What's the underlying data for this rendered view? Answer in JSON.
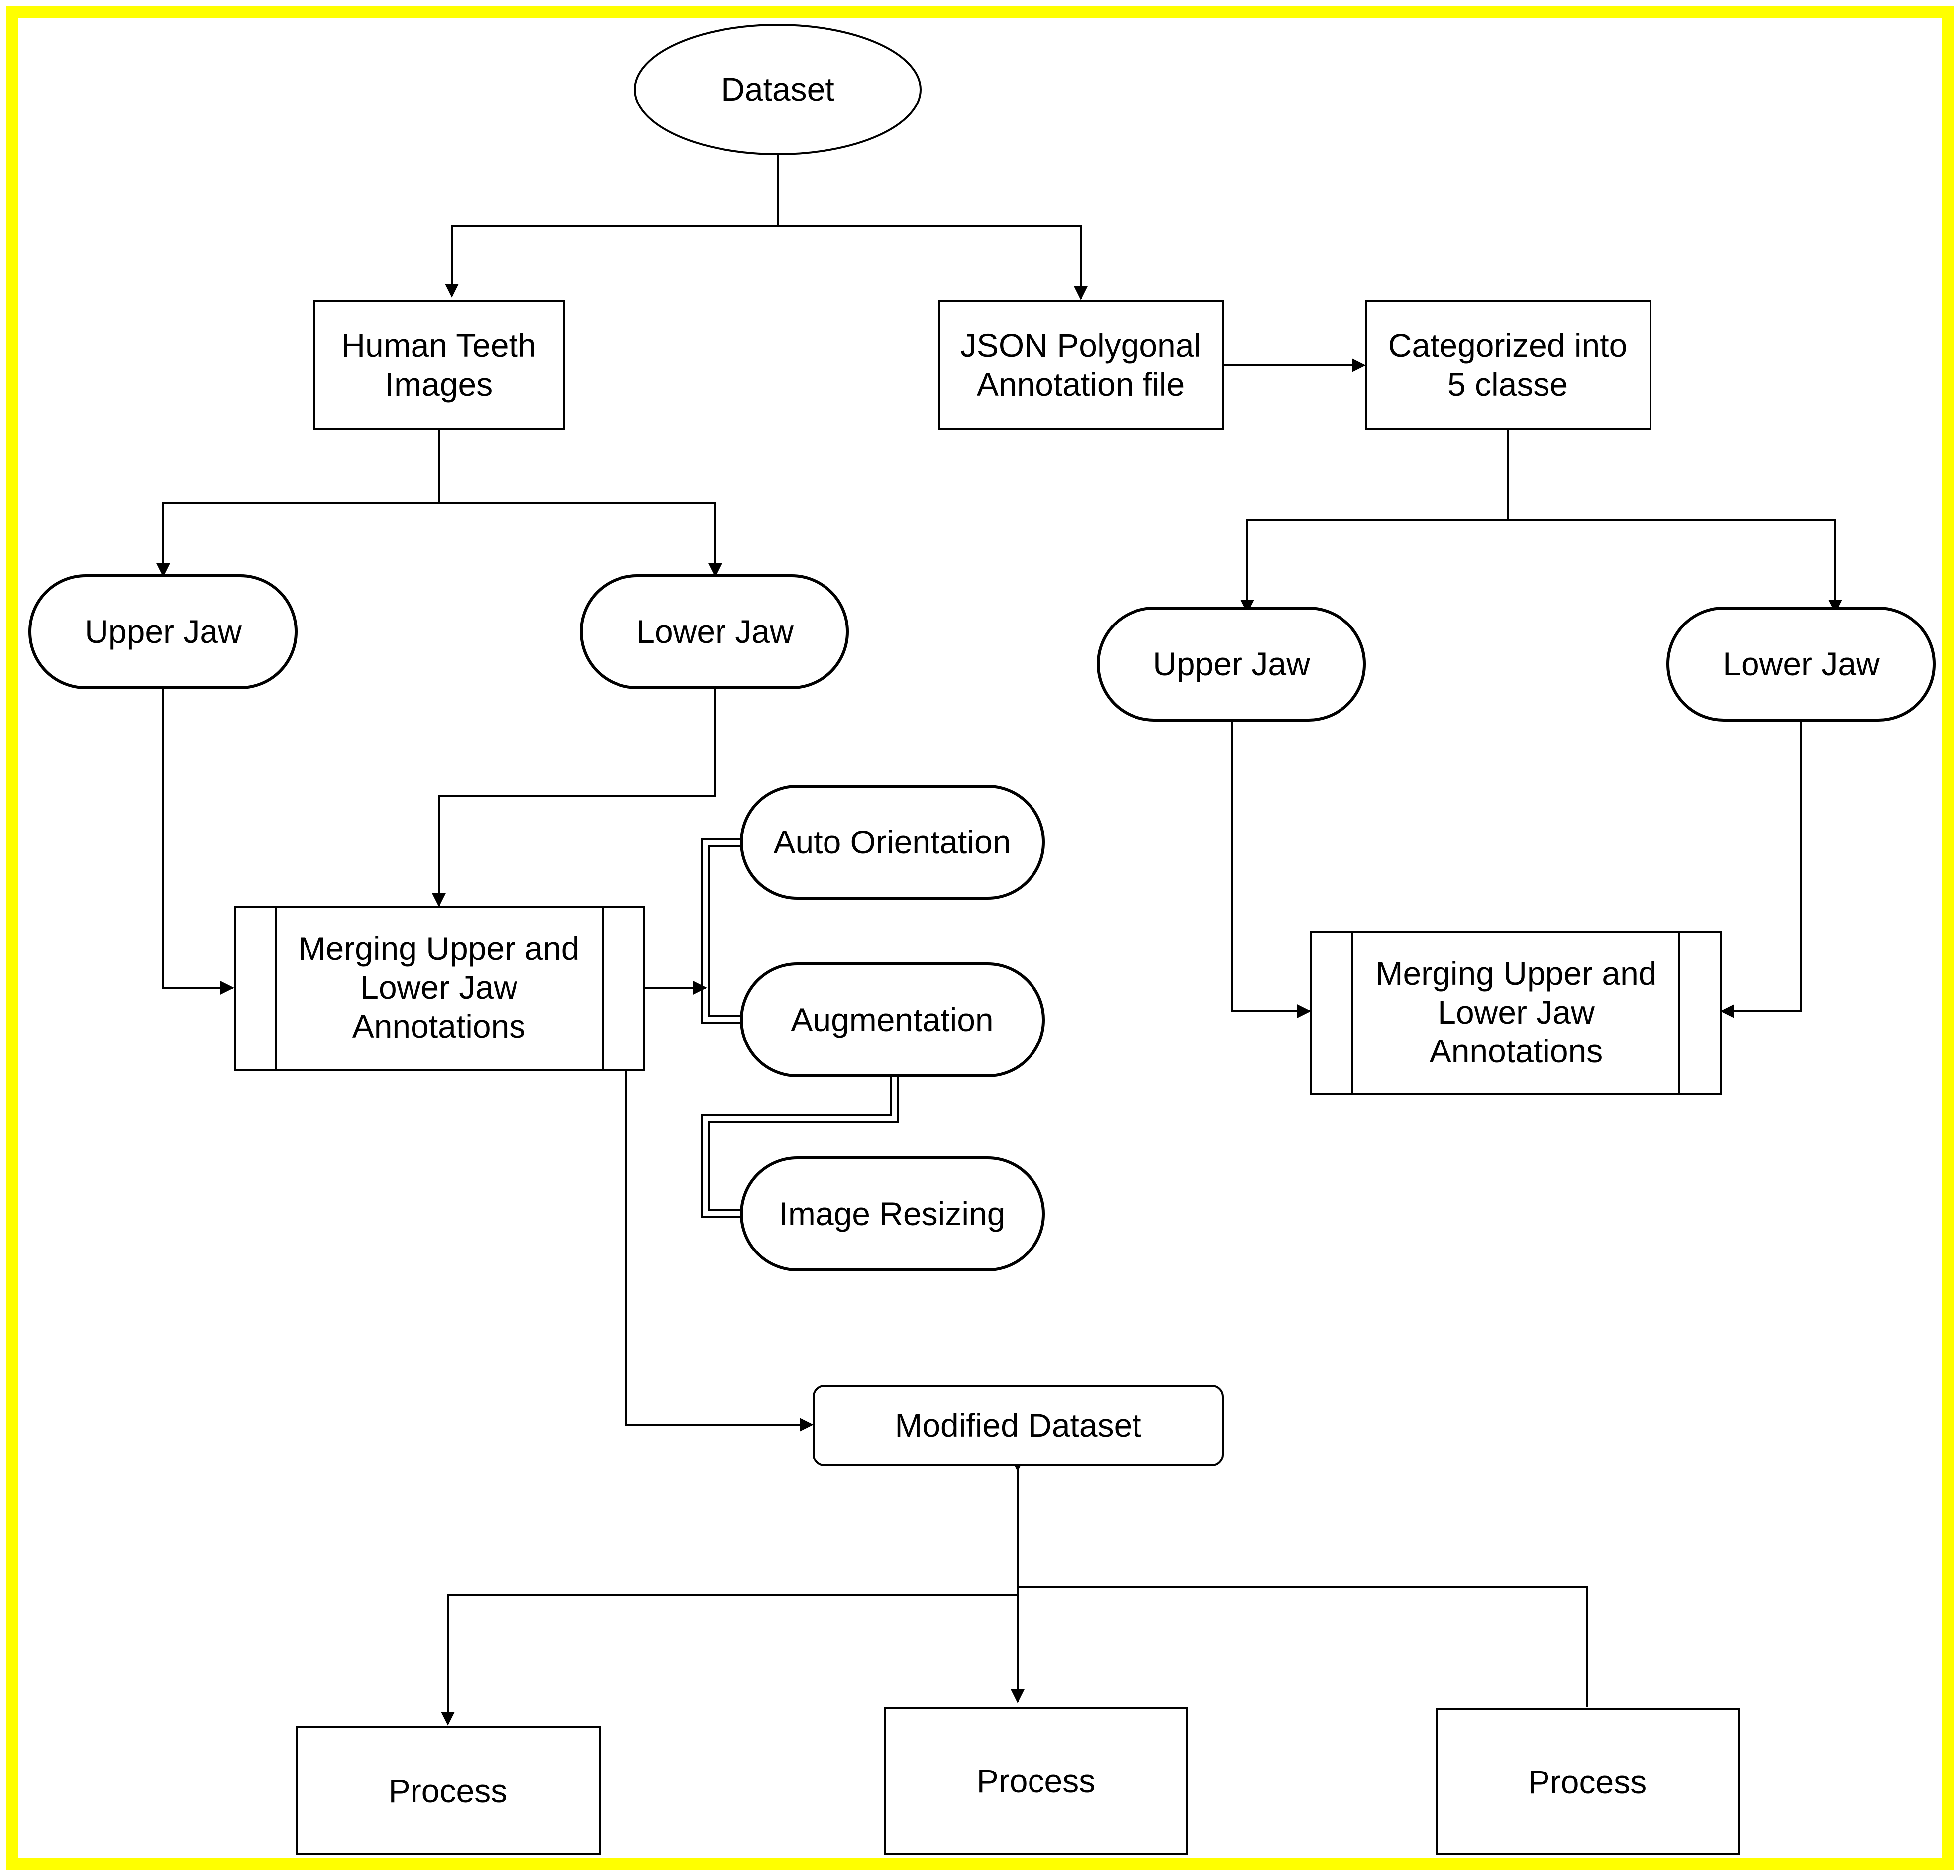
{
  "frame": {
    "border_color": "#FFFF00",
    "background": "#FFFFFF"
  },
  "nodes": {
    "dataset": [
      "Dataset"
    ],
    "human_teeth": [
      "Human Teeth",
      "Images"
    ],
    "json_annotation": [
      "JSON Polygonal",
      "Annotation file"
    ],
    "categorized": [
      "Categorized into",
      "5 classe"
    ],
    "upper_jaw_left": [
      "Upper Jaw"
    ],
    "lower_jaw_left": [
      "Lower Jaw"
    ],
    "upper_jaw_right": [
      "Upper Jaw"
    ],
    "lower_jaw_right": [
      "Lower Jaw"
    ],
    "merge_left": [
      "Merging Upper and",
      "Lower Jaw",
      "Annotations"
    ],
    "merge_right": [
      "Merging Upper and",
      "Lower Jaw",
      "Annotations"
    ],
    "auto_orientation": [
      "Auto Orientation"
    ],
    "augmentation": [
      "Augmentation"
    ],
    "image_resizing": [
      "Image Resizing"
    ],
    "modified_dataset": [
      "Modified Dataset"
    ],
    "process_1": [
      "Process"
    ],
    "process_2": [
      "Process"
    ],
    "process_3": [
      "Process"
    ]
  }
}
